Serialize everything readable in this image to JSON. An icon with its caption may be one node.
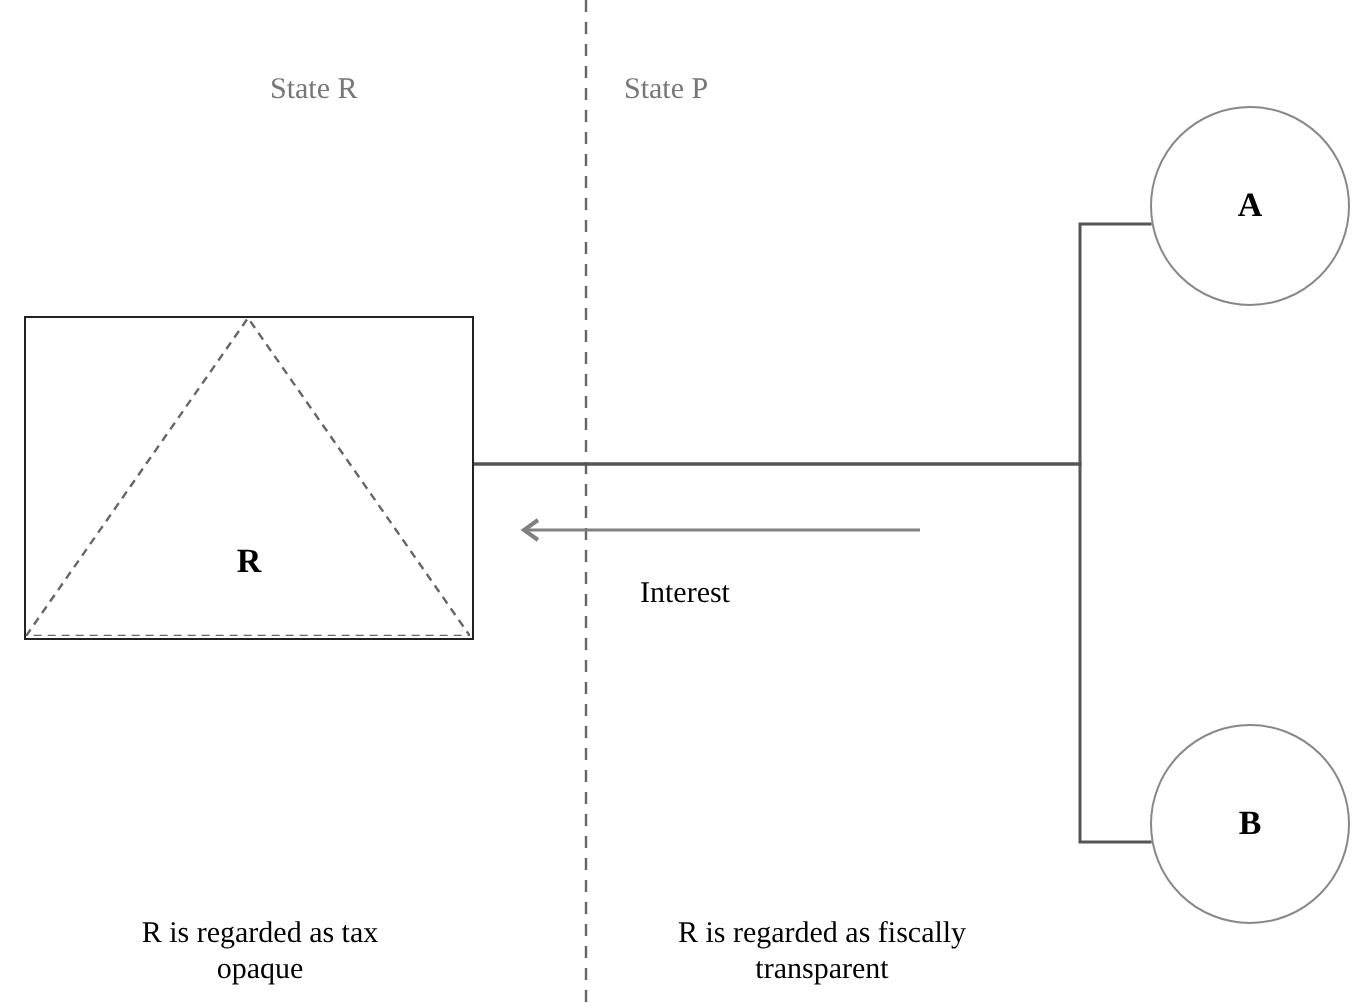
{
  "diagram": {
    "nodes": [
      {
        "text": [
          "R"
        ]
      },
      {
        "text": [
          "A"
        ]
      },
      {
        "text": [
          "B"
        ]
      }
    ],
    "edges": [
      {
        "from": 1,
        "to": 0,
        "arrow": "none"
      },
      {
        "from": 2,
        "to": 0,
        "arrow": "none"
      }
    ],
    "labels": [
      "State R",
      "State P",
      "Interest",
      "R is regarded as tax opaque",
      "R is regarded as fiscally transparent"
    ]
  }
}
